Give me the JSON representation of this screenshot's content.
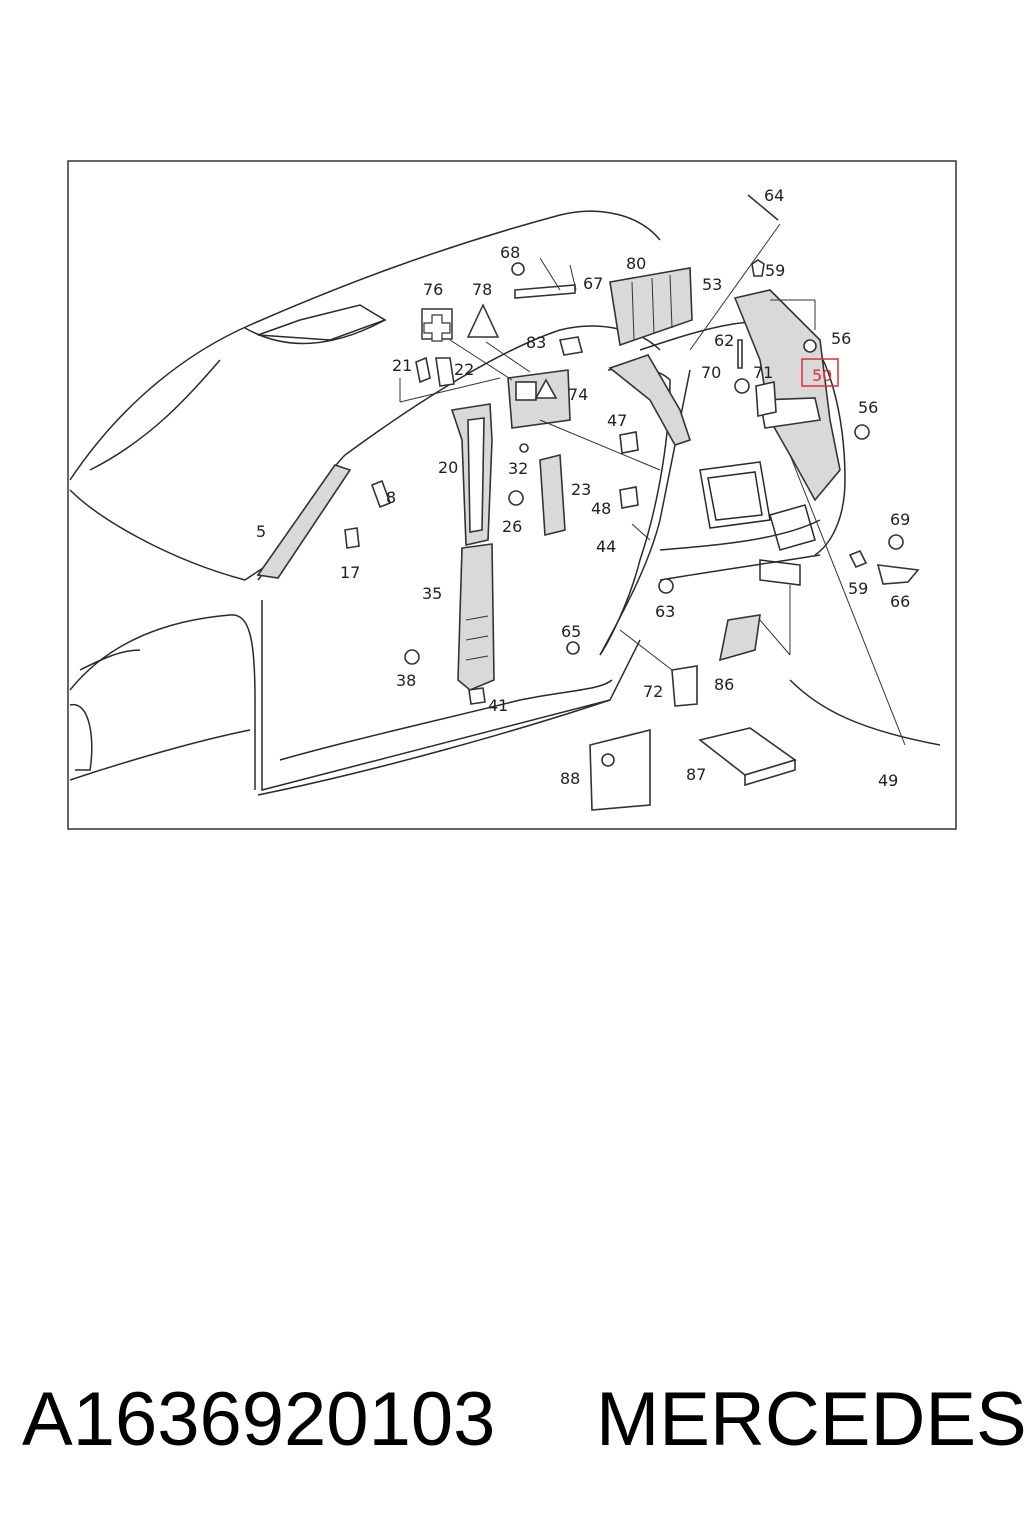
{
  "callouts": {
    "c5": "5",
    "c8": "8",
    "c17": "17",
    "c20": "20",
    "c21": "21",
    "c22": "22",
    "c23": "23",
    "c26": "26",
    "c32": "32",
    "c35": "35",
    "c38": "38",
    "c41": "41",
    "c44": "44",
    "c47": "47",
    "c48": "48",
    "c49": "49",
    "c50": "50",
    "c53": "53",
    "c56a": "56",
    "c56b": "56",
    "c59a": "59",
    "c59b": "59",
    "c62": "62",
    "c63": "63",
    "c64": "64",
    "c65": "65",
    "c66": "66",
    "c67": "67",
    "c68": "68",
    "c69": "69",
    "c70": "70",
    "c71": "71",
    "c72": "72",
    "c74": "74",
    "c76": "76",
    "c78": "78",
    "c80": "80",
    "c83": "83",
    "c86": "86",
    "c87": "87",
    "c88": "88"
  },
  "highlighted_callout": "50",
  "colors": {
    "highlight": "#e0303a",
    "line": "#2a2a2a",
    "frame": "#333333",
    "part_fill": "#d9d9d9"
  },
  "icons": [
    "first-aid-cross-icon",
    "warning-triangle-icon",
    "mercedes-star-icon"
  ],
  "caption": {
    "part_number": "A1636920103",
    "brand": "MERCEDES"
  }
}
